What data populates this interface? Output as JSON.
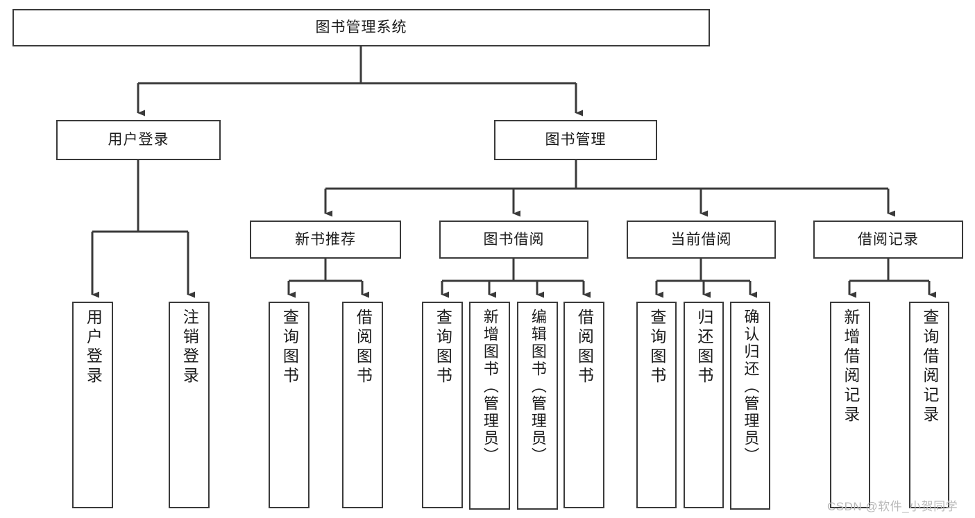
{
  "diagram": {
    "title": "图书管理系统",
    "type": "tree-hierarchy-chart",
    "orientation": "top-down",
    "line_color": "#3a3a3a",
    "box_fill": "#ffffff",
    "text_color": "#1b1b1b"
  },
  "nodes": {
    "root": {
      "label": "图书管理系统"
    },
    "level1": [
      {
        "label": "用户登录"
      },
      {
        "label": "图书管理"
      }
    ],
    "level2": [
      {
        "label": "新书推荐"
      },
      {
        "label": "图书借阅"
      },
      {
        "label": "当前借阅"
      },
      {
        "label": "借阅记录"
      }
    ],
    "leaves": {
      "user_login": [
        {
          "label": "用户登录"
        },
        {
          "label": "注销登录"
        }
      ],
      "new_book_recommend": [
        {
          "label": "查询图书"
        },
        {
          "label": "借阅图书"
        }
      ],
      "book_borrow": [
        {
          "label": "查询图书"
        },
        {
          "label": "新增图书（管理员）"
        },
        {
          "label": "编辑图书（管理员）"
        },
        {
          "label": "借阅图书"
        }
      ],
      "current_borrow": [
        {
          "label": "查询图书"
        },
        {
          "label": "归还图书"
        },
        {
          "label": "确认归还（管理员）"
        }
      ],
      "borrow_record": [
        {
          "label": "新增借阅记录"
        },
        {
          "label": "查询借阅记录"
        }
      ]
    }
  },
  "watermark": {
    "text": "CSDN @软件_小贺同学"
  }
}
